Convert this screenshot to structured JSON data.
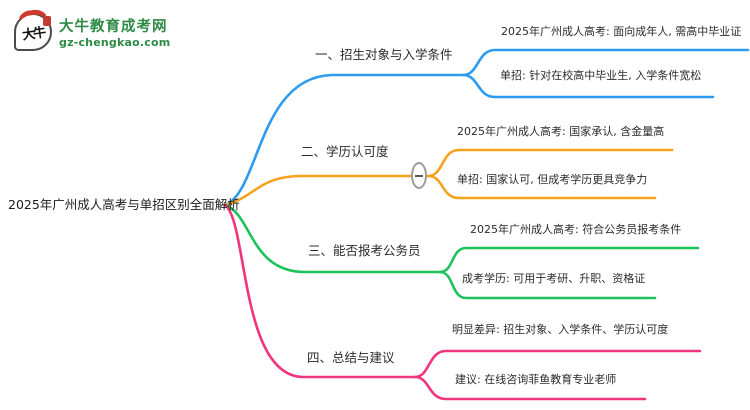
{
  "logo": {
    "icon_text": "大牛",
    "title": "大牛教育成考网",
    "url": "gz-chengkao.com",
    "brand_color": "#2E8B46",
    "seal_color": "#C23B2E"
  },
  "topic": "2025年广州成人高考与单招区别全面解析",
  "collapse_button": {
    "icon": "minus-icon",
    "state": "expanded"
  },
  "branches": [
    {
      "label": "一、招生对象与入学条件",
      "color": "#2D9BF0",
      "children": [
        "2025年广州成人高考: 面向成年人, 需高中毕业证",
        "单招: 针对在校高中毕业生, 入学条件宽松"
      ]
    },
    {
      "label": "二、学历认可度",
      "color": "#F7A21E",
      "children": [
        "2025年广州成人高考: 国家承认, 含金量高",
        "单招: 国家认可, 但成考学历更具竞争力"
      ]
    },
    {
      "label": "三、能否报考公务员",
      "color": "#1FC15D",
      "children": [
        "2025年广州成人高考: 符合公务员报考条件",
        "成考学历: 可用于考研、升职、资格证"
      ]
    },
    {
      "label": "四、总结与建议",
      "color": "#F0347E",
      "children": [
        "明显差异: 招生对象、入学条件、学历认可度",
        "建议: 在线咨询菲鱼教育专业老师"
      ]
    }
  ]
}
